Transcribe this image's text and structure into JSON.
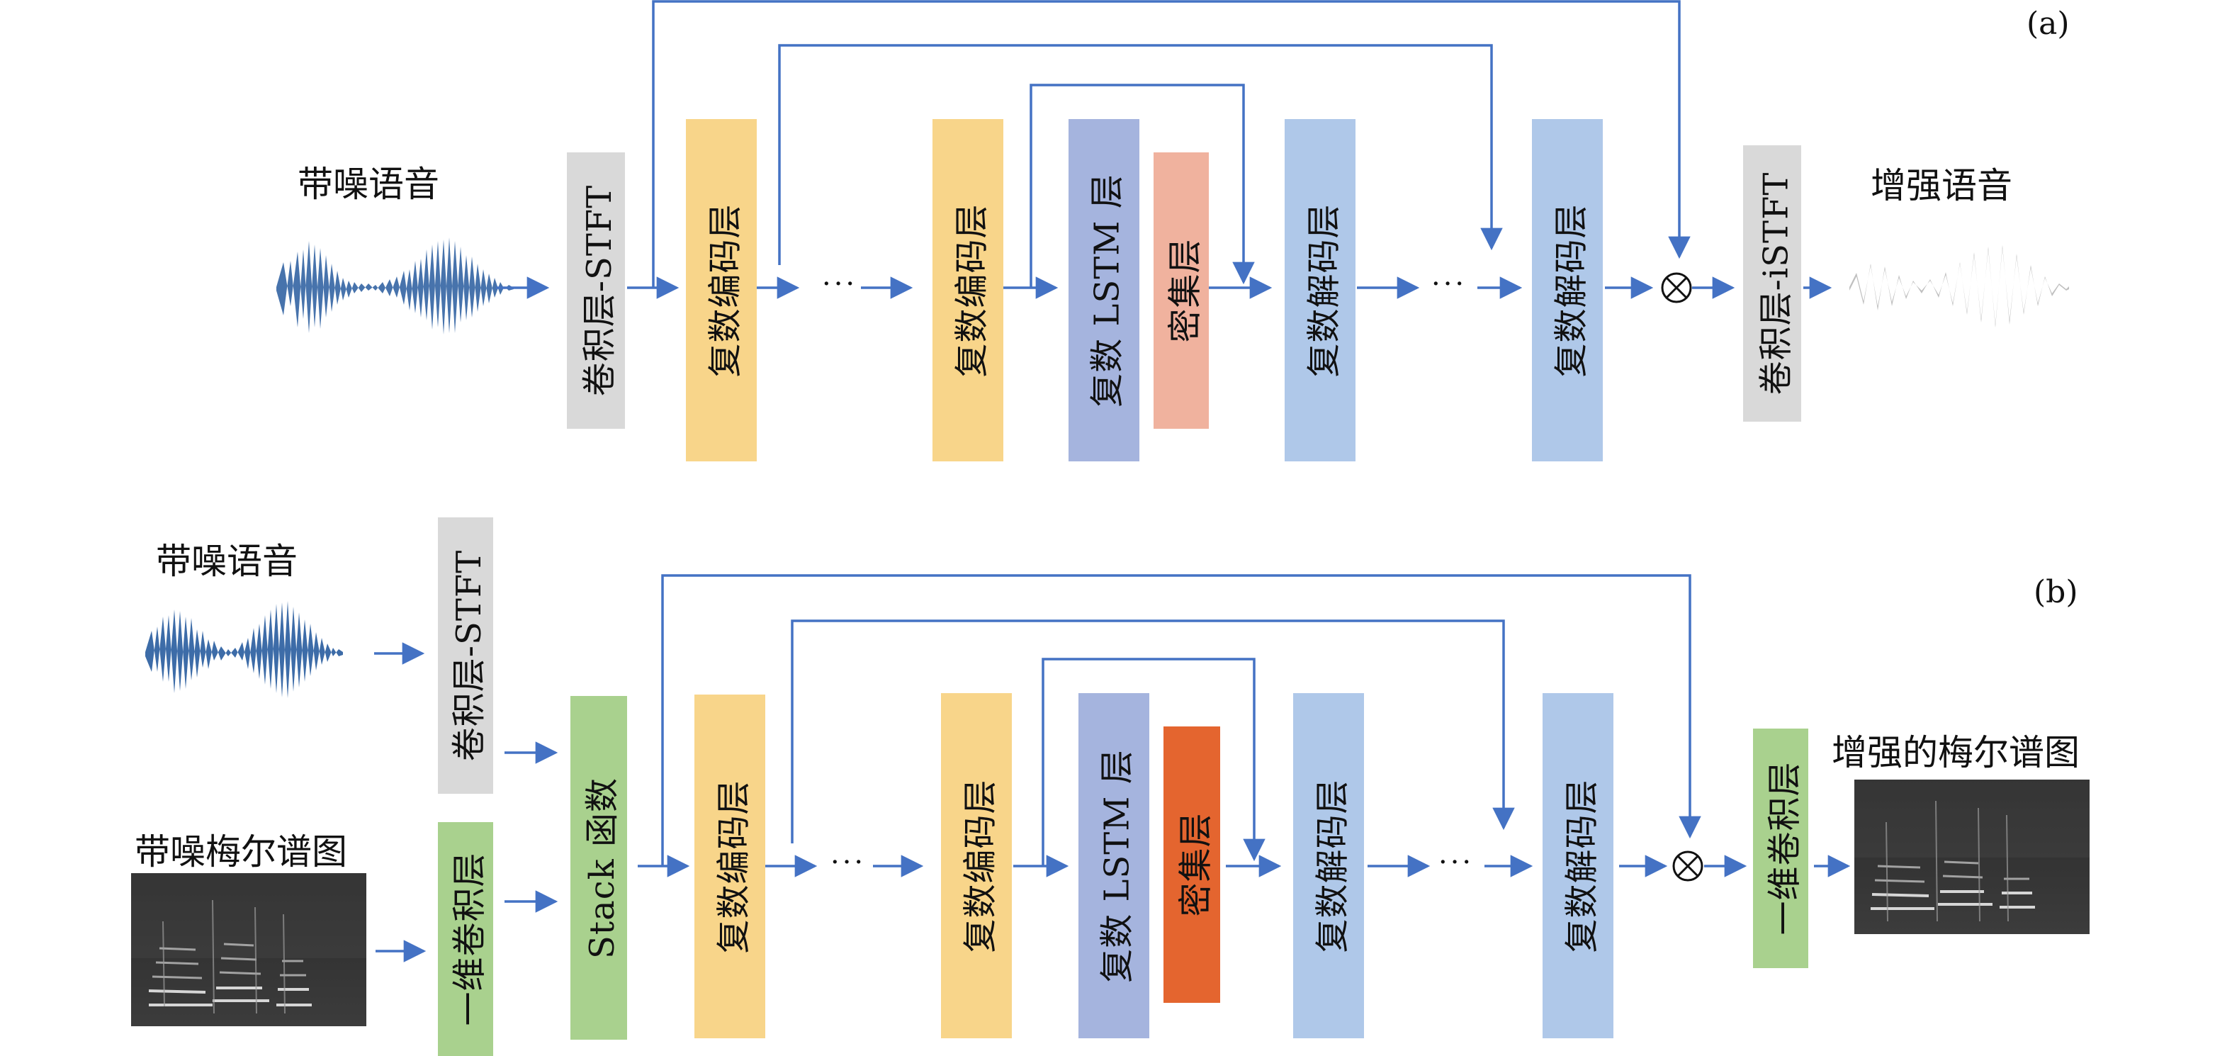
{
  "panel_a": {
    "tag": "(a)",
    "input_label": "带噪语音",
    "output_label": "增强语音",
    "blocks": {
      "conv_stft": "卷积层-STFT",
      "enc1": "复数编码层",
      "enc2": "复数编码层",
      "lstm": "复数 LSTM 层",
      "dense": "密集层",
      "dec1": "复数解码层",
      "dec2": "复数解码层",
      "conv_istft": "卷积层-iSTFT"
    },
    "dots": "···",
    "multiply_symbol": "⊗"
  },
  "panel_b": {
    "tag": "(b)",
    "input_speech_label": "带噪语音",
    "input_mel_label": "带噪梅尔谱图",
    "output_label": "增强的梅尔谱图",
    "blocks": {
      "conv_stft": "卷积层-STFT",
      "conv1d_in": "一维卷积层",
      "stack": "Stack 函数",
      "enc1": "复数编码层",
      "enc2": "复数编码层",
      "lstm": "复数 LSTM 层",
      "dense": "密集层",
      "dec1": "复数解码层",
      "dec2": "复数解码层",
      "conv1d_out": "一维卷积层"
    },
    "dots": "···",
    "multiply_symbol": "⊗"
  },
  "colors": {
    "arrow": "#4472C4",
    "conv_gray": "#D9D9D9",
    "encoder_yellow": "#F8D58A",
    "lstm_blue": "#A5B4DE",
    "dense_salmon": "#F0B29E",
    "dense_orange": "#E4652F",
    "decoder_blue": "#AFC8E9",
    "green": "#A9D18E",
    "wave_blue": "#3D6CA8",
    "wave_gray": "#BFBFBF"
  }
}
